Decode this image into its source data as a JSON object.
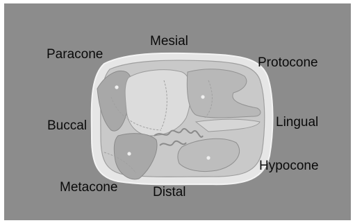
{
  "labels": {
    "mesial": "Mesial",
    "paracone": "Paracone",
    "protocone": "Protocone",
    "buccal": "Buccal",
    "lingual": "Lingual",
    "hypocone": "Hypocone",
    "metacone": "Metacone",
    "distal": "Distal"
  },
  "colors": {
    "background": "#8c8c8c",
    "crown_outline": "#e6e6e6",
    "crown_fill": "#c9c9c9",
    "cusp_fill": "#dcdcdc",
    "fossa_fill": "#a8a8a8",
    "label_text": "#0a0a0a"
  }
}
